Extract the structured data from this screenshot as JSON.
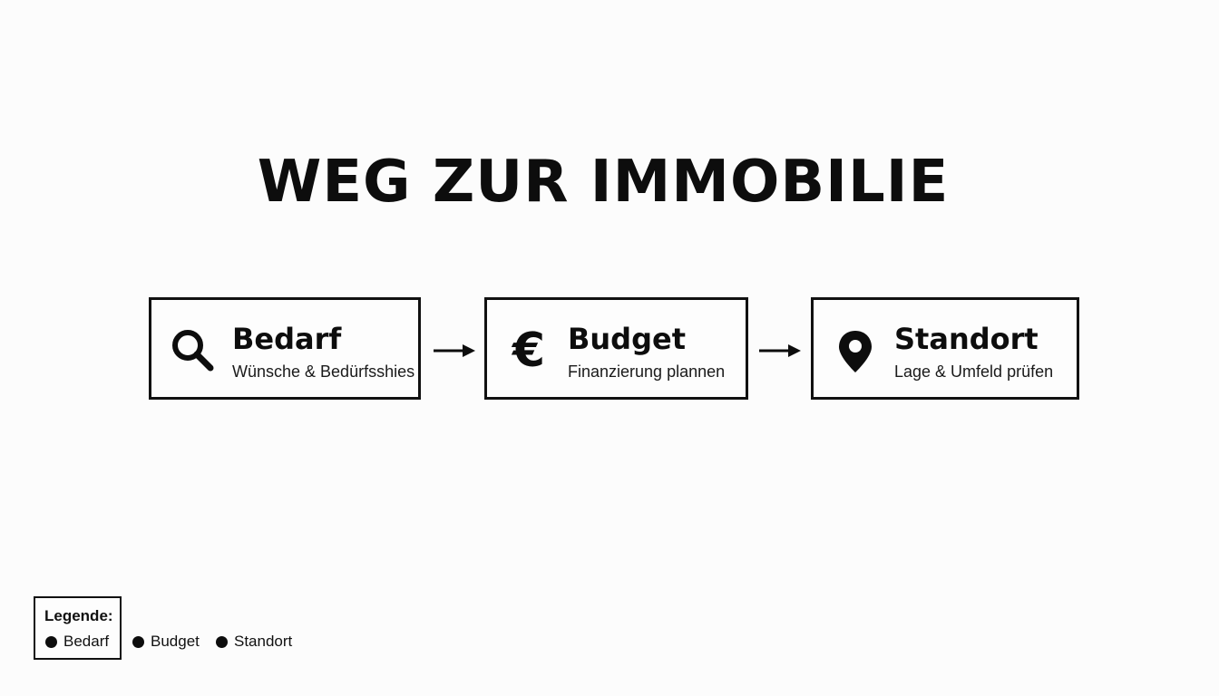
{
  "title": "WEG ZUR IMMOBILIE",
  "steps": [
    {
      "title": "Bedarf",
      "subtitle": "Wünsche & Bedürfsshies",
      "icon": "search-icon"
    },
    {
      "title": "Budget",
      "subtitle": "Finanzierung plannen",
      "icon": "euro-icon",
      "glyph": "€"
    },
    {
      "title": "Standort",
      "subtitle": "Lage & Umfeld prüfen",
      "icon": "map-pin-icon"
    }
  ],
  "legend": {
    "title": "Legende:",
    "items": [
      "Bedarf",
      "Budget",
      "Standort"
    ]
  },
  "colors": {
    "background": "#fcfcfc",
    "ink": "#0d0d0d"
  }
}
